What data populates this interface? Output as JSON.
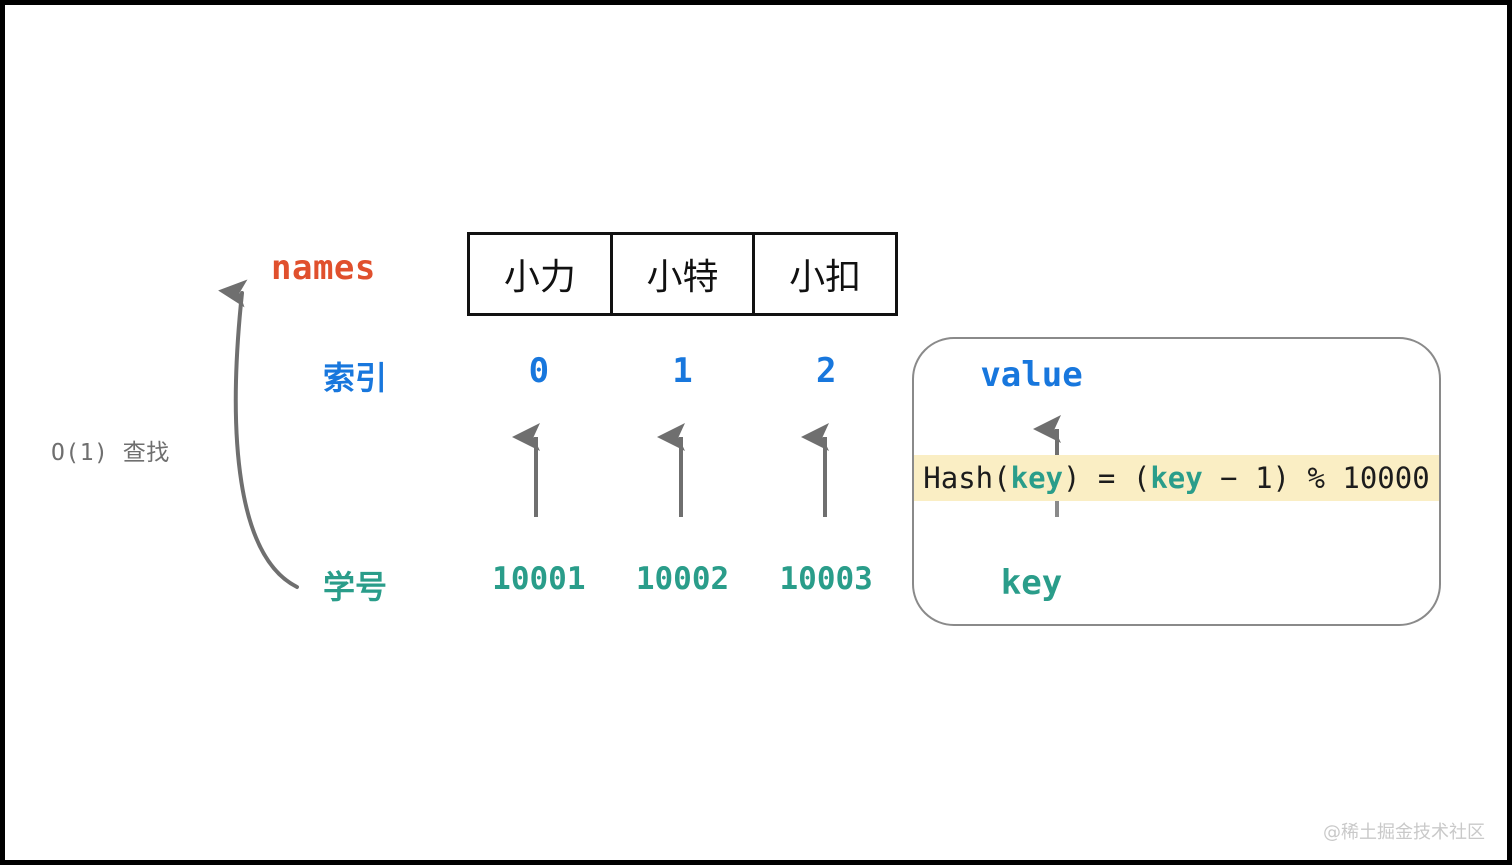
{
  "diagram": {
    "title": "hash-function-array-mapping",
    "colors": {
      "names_orange": "#e0502d",
      "index_blue": "#1877dd",
      "key_teal": "#2a9d8a",
      "arrow_gray": "#6f6f6f",
      "highlight_yellow": "#faeec4",
      "box_border_gray": "#8a8a8a",
      "table_border_black": "#111111",
      "watermark_gray": "#c9c9c9"
    },
    "array": {
      "name_label": "names",
      "cells": [
        "小力",
        "小特",
        "小扣"
      ]
    },
    "index_row": {
      "label": "索引",
      "values": [
        "0",
        "1",
        "2"
      ]
    },
    "key_row": {
      "label": "学号",
      "values": [
        "10001",
        "10002",
        "10003"
      ]
    },
    "complexity_note": "O(1) 查找",
    "hash_box": {
      "top_label": "value",
      "bottom_label": "key",
      "formula": {
        "full_text": "Hash(key) = (key − 1) % 10000",
        "part_1": "Hash(",
        "kw_1": "key",
        "part_2": ") = (",
        "kw_2": "key",
        "part_3": " − 1) % 10000"
      }
    },
    "watermark": "@稀土掘金技术社区"
  }
}
